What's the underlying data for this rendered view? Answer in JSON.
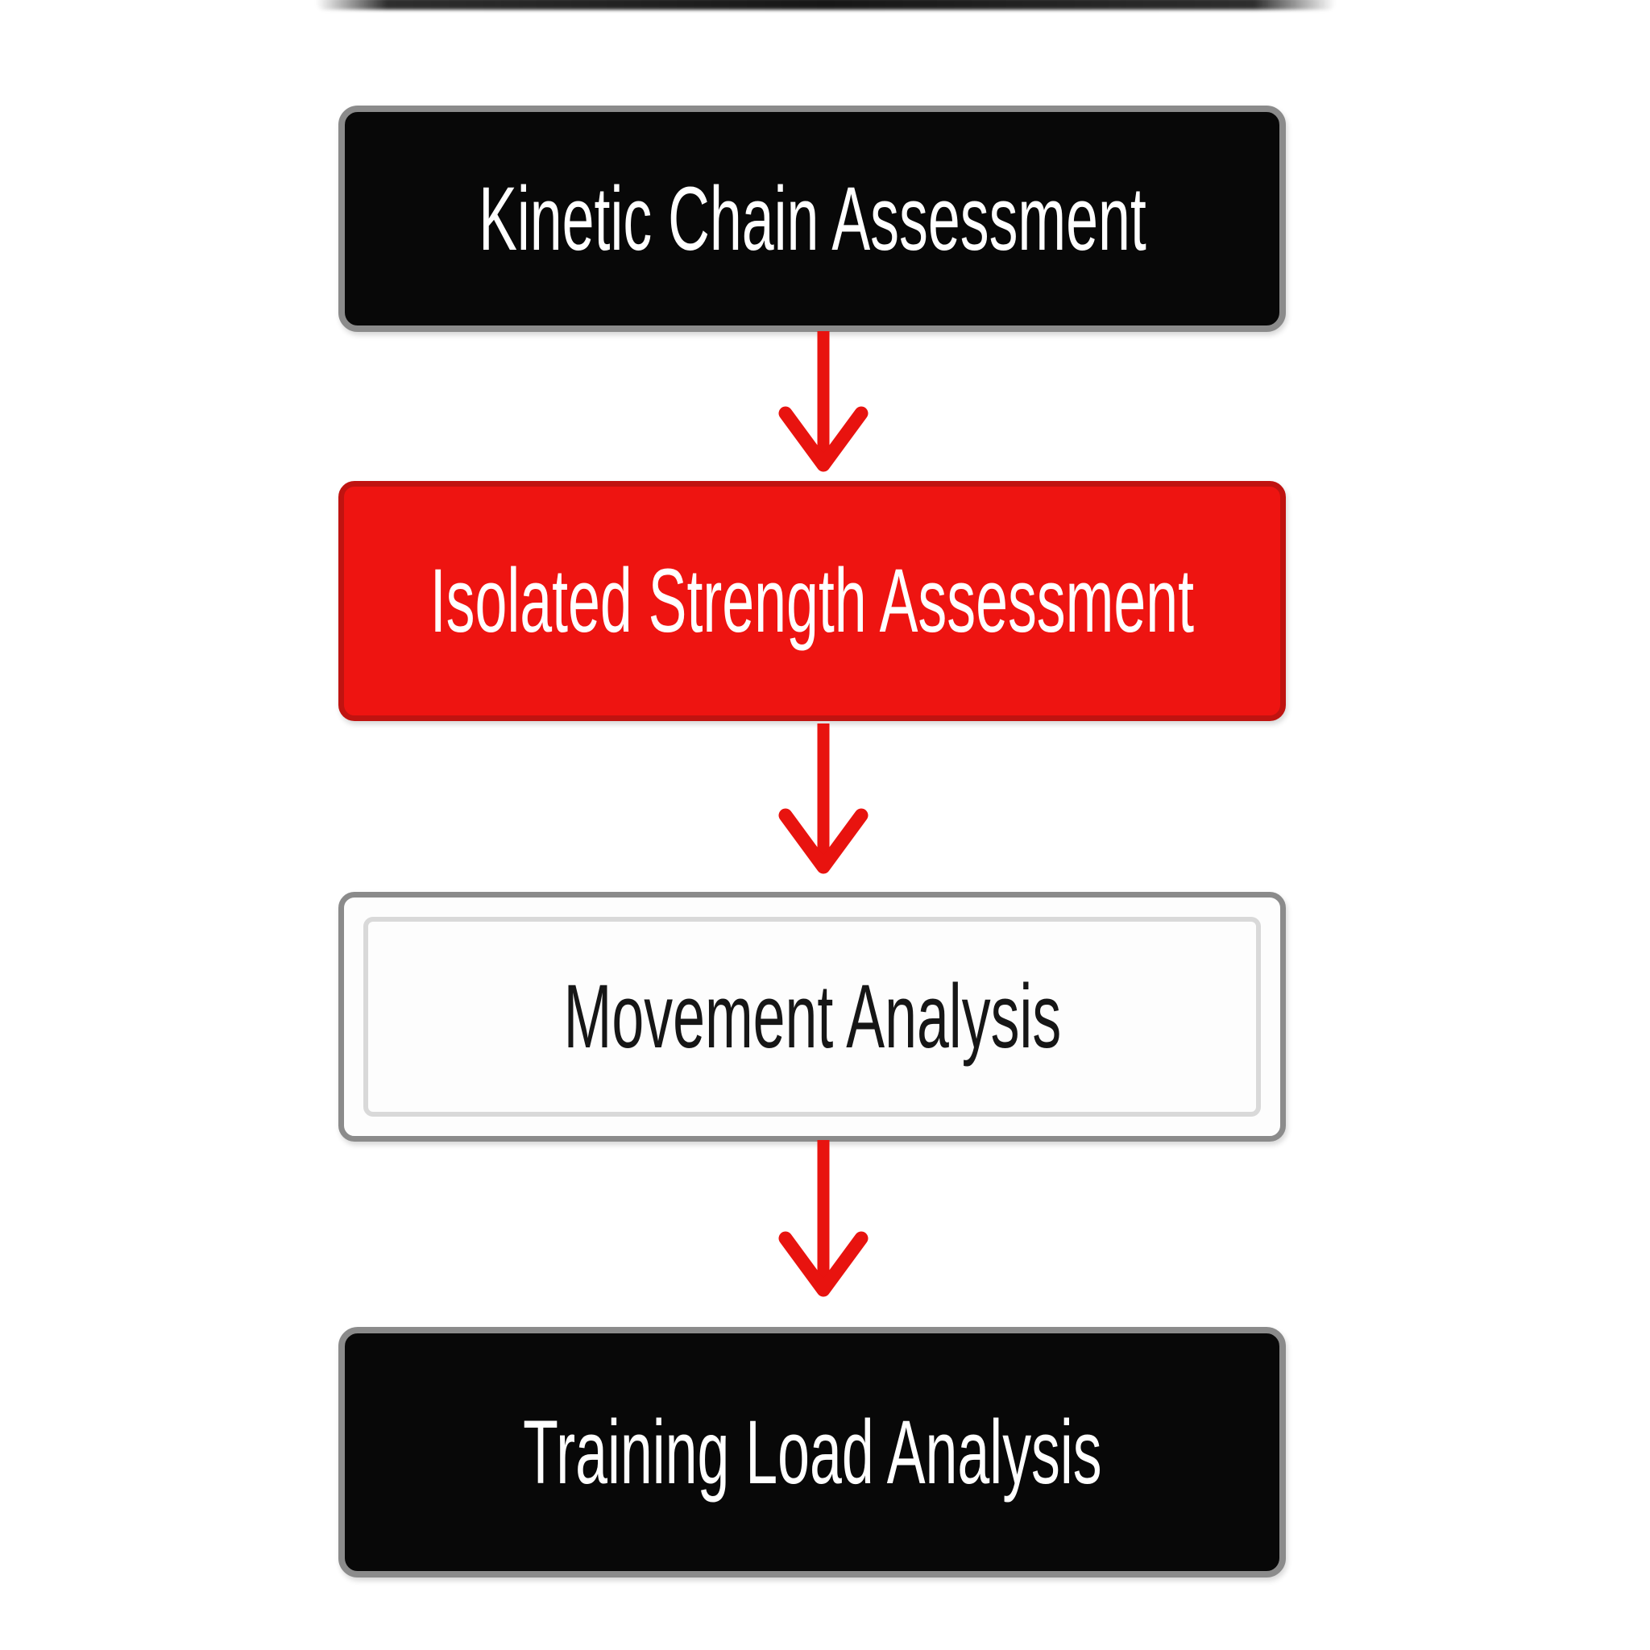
{
  "flowchart": {
    "nodes": [
      {
        "label": "Kinetic Chain Assessment",
        "variant": "black"
      },
      {
        "label": "Isolated Strength Assessment",
        "variant": "red"
      },
      {
        "label": "Movement Analysis",
        "variant": "outlined"
      },
      {
        "label": "Training Load Analysis",
        "variant": "black"
      }
    ],
    "edges": [
      {
        "from": 0,
        "to": 1,
        "icon": "down-arrow-icon"
      },
      {
        "from": 1,
        "to": 2,
        "icon": "down-arrow-icon"
      },
      {
        "from": 2,
        "to": 3,
        "icon": "down-arrow-icon"
      }
    ]
  },
  "theme": {
    "page-bg": "#ffffff",
    "node-black-fill": "#080808",
    "node-black-border": "#8b8b8b",
    "node-black-text": "#ffffff",
    "node-red-fill": "#ee1411",
    "node-red-border": "#c01310",
    "node-red-text": "#ffffff",
    "node-outlined-fill": "#fdfdfd",
    "node-outlined-border": "#8b8b8b",
    "node-outlined-inner-border": "#d9d9d9",
    "node-outlined-text": "#161616",
    "arrow-color": "#e8130f"
  }
}
